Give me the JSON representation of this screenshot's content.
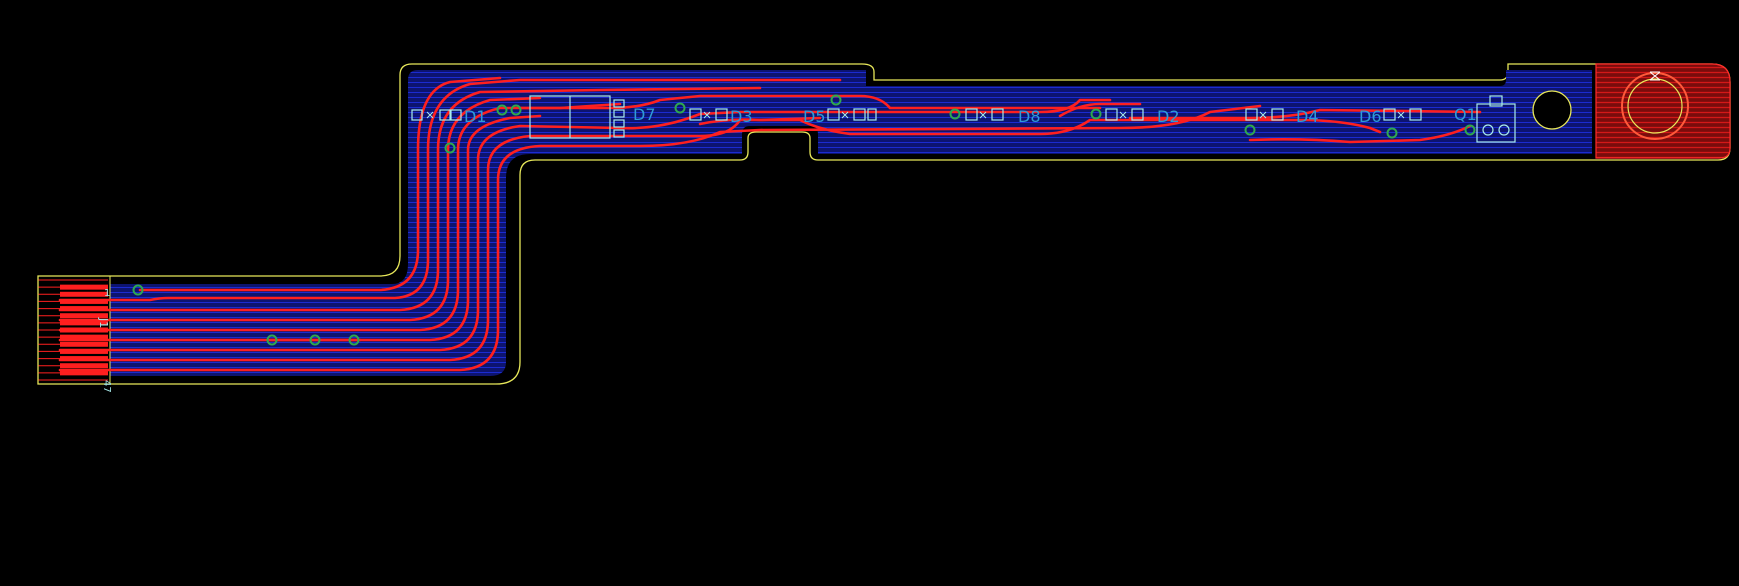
{
  "colors": {
    "background": "#000000",
    "board_outline": "#e8e85a",
    "ground_fill": "#0d1470",
    "ground_hatch": "#1b2bd0",
    "trace_top": "#ff1f1f",
    "via_ring": "#2fa84f",
    "designator": "#2f9bd6",
    "silkscreen": "#a8ecec",
    "connector_pad": "#ff1f1f",
    "stiffener": "#c81414"
  },
  "designators": {
    "d1": "D1",
    "d7": "D7",
    "d3": "D3",
    "d5": "D5",
    "d8": "D8",
    "d2": "D2",
    "d4": "D4",
    "d6": "D6",
    "q1": "Q1",
    "j1": "J1"
  },
  "connector": {
    "pin_count": 15,
    "pin1_marker": "1",
    "last_pin_marker": "47"
  }
}
